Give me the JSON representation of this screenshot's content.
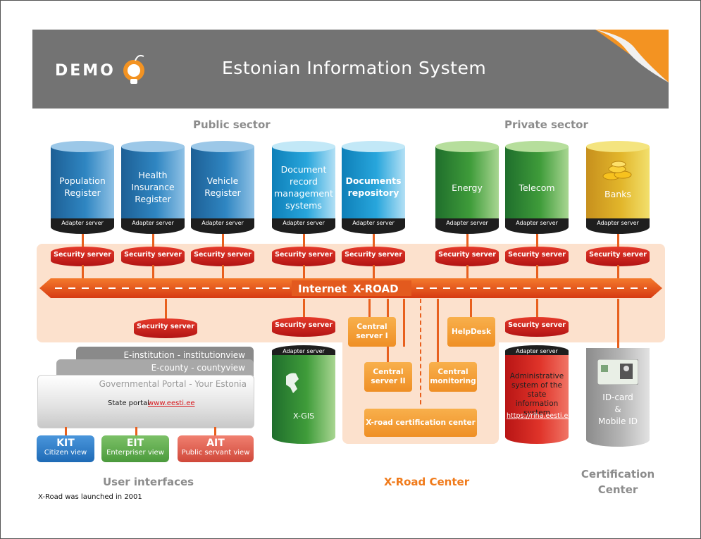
{
  "header": {
    "logo_text": "DEMO",
    "title": "Estonian Information System"
  },
  "sectors": {
    "public": "Public sector",
    "private": "Private sector"
  },
  "registers": [
    {
      "label": "Population Register"
    },
    {
      "label": "Health Insurance Register"
    },
    {
      "label": "Vehicle Register"
    },
    {
      "label": "Document record management systems"
    },
    {
      "label": "Documents repository"
    },
    {
      "label": "Energy"
    },
    {
      "label": "Telecom"
    },
    {
      "label": "Banks"
    }
  ],
  "adapter_label": "Adapter server",
  "security_label": "Security server",
  "xroad": {
    "internet": "Internet",
    "name": "X-ROAD"
  },
  "center_boxes": {
    "central1": "Central server I",
    "central2": "Central server II",
    "monitoring": "Central monitoring",
    "helpdesk": "HelpDesk",
    "certification": "X-road certification center"
  },
  "xgis": "X-GIS",
  "admin": {
    "text": "Administrative system of the state information system",
    "link": "https://riha.eesti.ee"
  },
  "idcard": {
    "line1": "ID-card",
    "line2": "&",
    "line3": "Mobile ID"
  },
  "portal": {
    "institution": "E-institution - institutionview",
    "county": "E-county - countyview",
    "governmental": "Governmental Portal - Your Estonia",
    "state_label": "State portal",
    "state_link": "www.eesti.ee"
  },
  "interfaces": [
    {
      "code": "KIT",
      "view": "Citizen view"
    },
    {
      "code": "EIT",
      "view": "Enterpriser view"
    },
    {
      "code": "AIT",
      "view": "Public servant view"
    }
  ],
  "captions": {
    "user_interfaces": "User interfaces",
    "xroad_center": "X-Road Center",
    "cert_center_1": "Certification",
    "cert_center_2": "Center",
    "launched": "X-Road was launched in 2001"
  },
  "colors": {
    "header": "#737373",
    "orange": "#f07a1a",
    "security_red": "#c81e1e"
  }
}
